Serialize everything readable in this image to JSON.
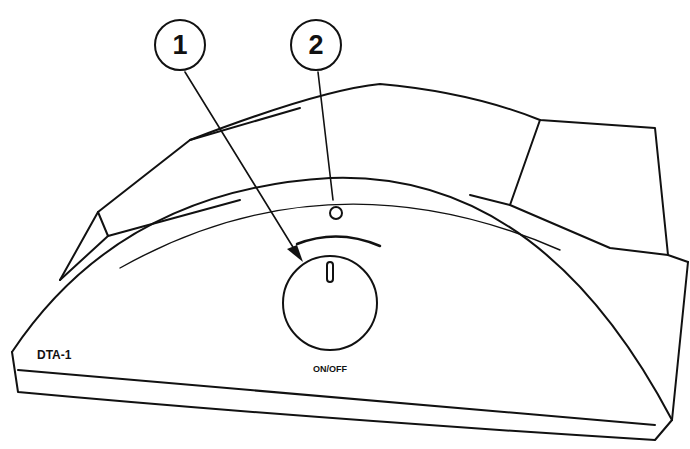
{
  "diagram": {
    "nodes": [
      {
        "text": [
          "1"
        ]
      },
      {
        "text": [
          "2"
        ]
      }
    ],
    "labels": [
      "DTA-1",
      "ON/OFF"
    ]
  }
}
